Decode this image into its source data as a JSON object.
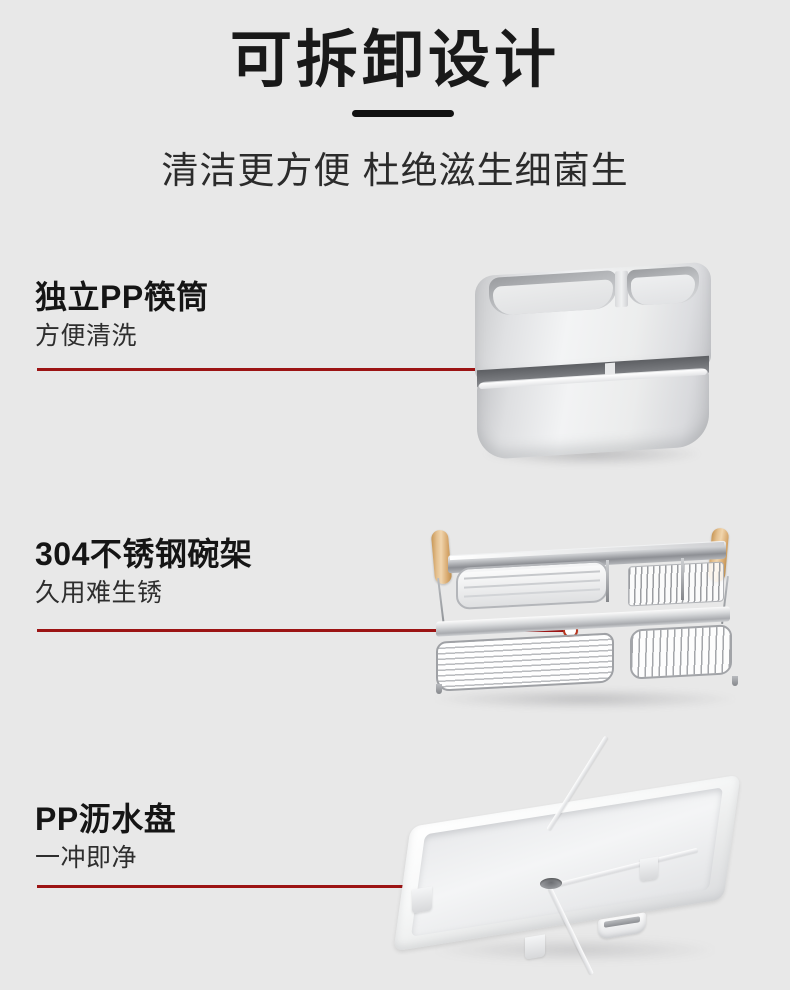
{
  "header": {
    "title": "可拆卸设计",
    "subtitle": "清洁更方便 杜绝滋生细菌生"
  },
  "features": [
    {
      "title": "独立PP筷筒",
      "subtitle": "方便清洗",
      "product_name": "pp-chopstick-holder"
    },
    {
      "title": "304不锈钢碗架",
      "subtitle": "久用难生锈",
      "product_name": "stainless-steel-dish-rack"
    },
    {
      "title": "PP沥水盘",
      "subtitle": "一冲即净",
      "product_name": "pp-drain-tray"
    }
  ],
  "colors": {
    "background": "#e8e8e8",
    "title_text": "#191919",
    "divider": "#111111",
    "pointer_line": "#9c1414",
    "pointer_dot_ring": "#b9361e",
    "pointer_dot_fill": "#ffffff",
    "wood_handle": "#d7a86d"
  }
}
